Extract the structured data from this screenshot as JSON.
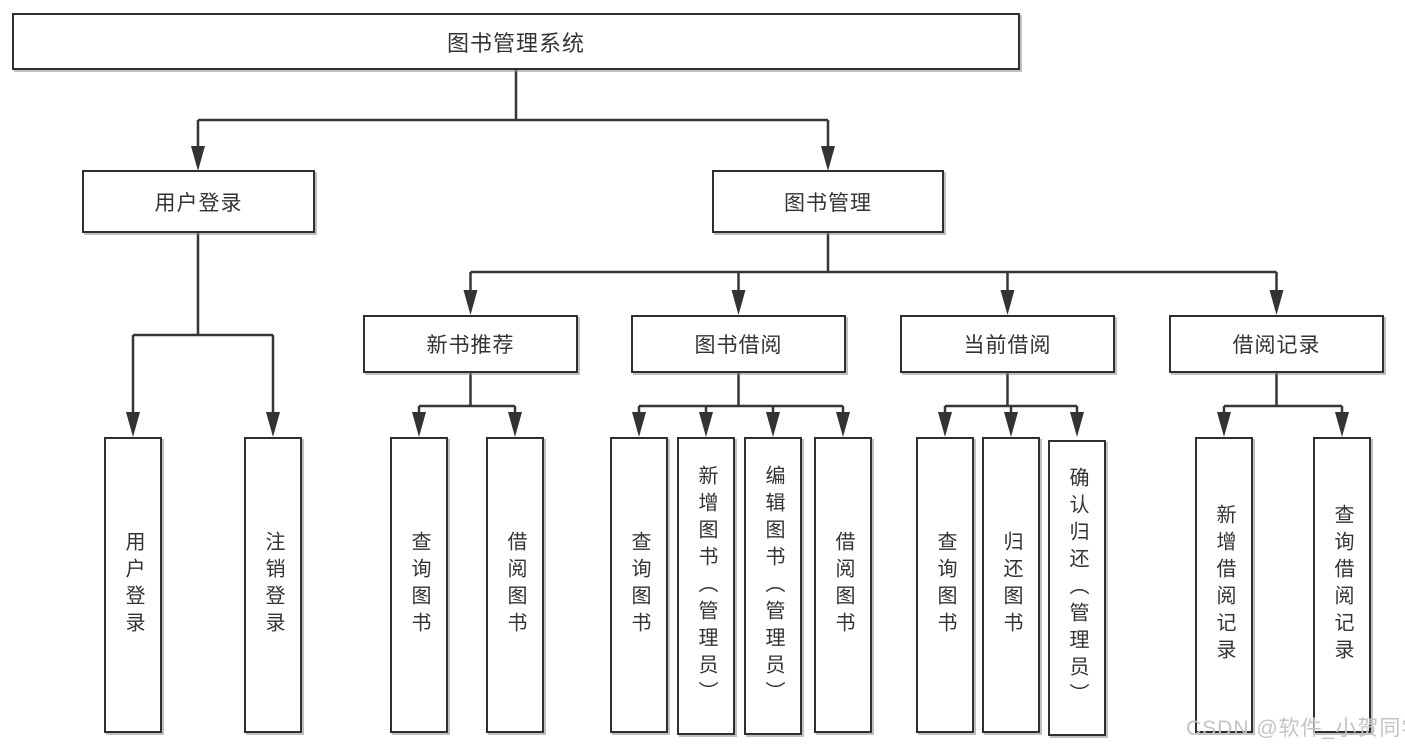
{
  "diagram_title": "图书管理系统",
  "nodes": {
    "root": "图书管理系统",
    "user_login": "用户登录",
    "book_mgmt": "图书管理",
    "new_book_rec": "新书推荐",
    "book_borrow": "图书借阅",
    "current_borrow": "当前借阅",
    "borrow_record": "借阅记录",
    "leaf_user_login": "用户登录",
    "leaf_logout": "注销登录",
    "leaf_rec_query_book": "查询图书",
    "leaf_rec_borrow_book": "借阅图书",
    "leaf_bb_query_book": "查询图书",
    "leaf_bb_add_book_admin": "新增图书（管理员）",
    "leaf_bb_edit_book_admin": "编辑图书（管理员）",
    "leaf_bb_borrow_book": "借阅图书",
    "leaf_cb_query_book": "查询图书",
    "leaf_cb_return_book": "归还图书",
    "leaf_cb_confirm_return_admin": "确认归还（管理员）",
    "leaf_br_add_record": "新增借阅记录",
    "leaf_br_query_record": "查询借阅记录"
  },
  "watermark": "CSDN @软件_小贺同学",
  "colors": {
    "line": "#363636",
    "border": "#2f2f2f",
    "text": "#333333",
    "watermark": "#c4c4c4",
    "background": "#ffffff"
  }
}
